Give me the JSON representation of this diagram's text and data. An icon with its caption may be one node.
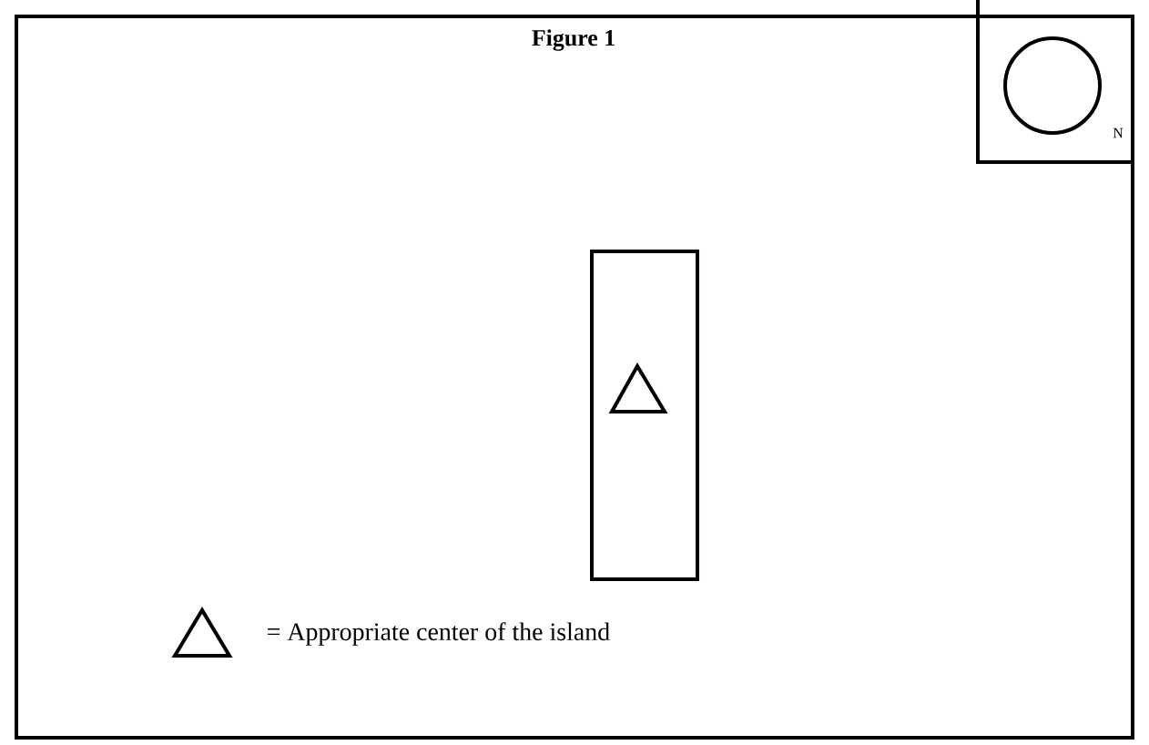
{
  "diagram": {
    "title": "Figure 1",
    "labels": [
      "N"
    ],
    "legend": [
      {
        "text": "= Appropriate center of the island"
      }
    ]
  }
}
